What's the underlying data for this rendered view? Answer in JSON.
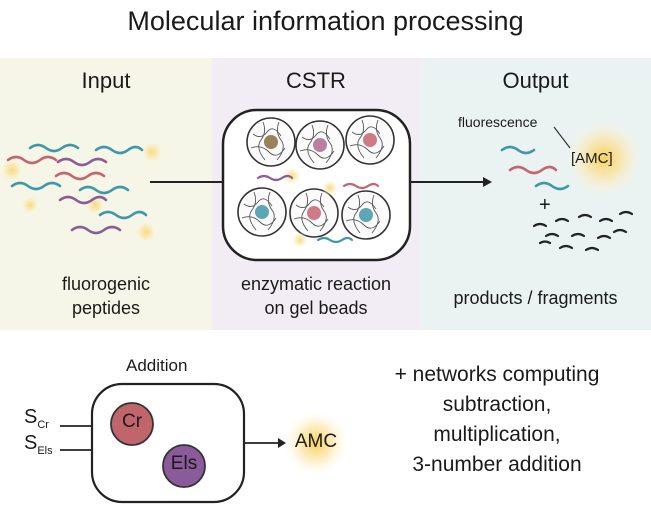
{
  "title": "Molecular information processing",
  "panels": {
    "input": {
      "heading": "Input",
      "caption_line1": "fluorogenic",
      "caption_line2": "peptides"
    },
    "cstr": {
      "heading": "CSTR",
      "caption_line1": "enzymatic reaction",
      "caption_line2": "on gel beads"
    },
    "output": {
      "heading": "Output",
      "fluorescence_label": "fluorescence",
      "amc_label": "[AMC]",
      "plus": "+",
      "caption": "products / fragments"
    }
  },
  "addition": {
    "heading": "Addition",
    "input1_main": "S",
    "input1_sub": "Cr",
    "input2_main": "S",
    "input2_sub": "Els",
    "enzyme1": "Cr",
    "enzyme2": "Els",
    "output": "AMC"
  },
  "networks": {
    "line1": "+ networks computing",
    "line2": "subtraction,",
    "line3": "multiplication,",
    "line4": "3-number addition"
  },
  "colors": {
    "input_bg": "#f5f6e7",
    "cstr_bg": "#f2edf5",
    "output_bg": "#eaf3f1",
    "peptide_teal": "#3f97a8",
    "peptide_red": "#c4646f",
    "peptide_purple": "#8a5e95",
    "glow": "#f8d878",
    "enzyme_cr": "#c0656c",
    "enzyme_els": "#8b5a9a"
  }
}
